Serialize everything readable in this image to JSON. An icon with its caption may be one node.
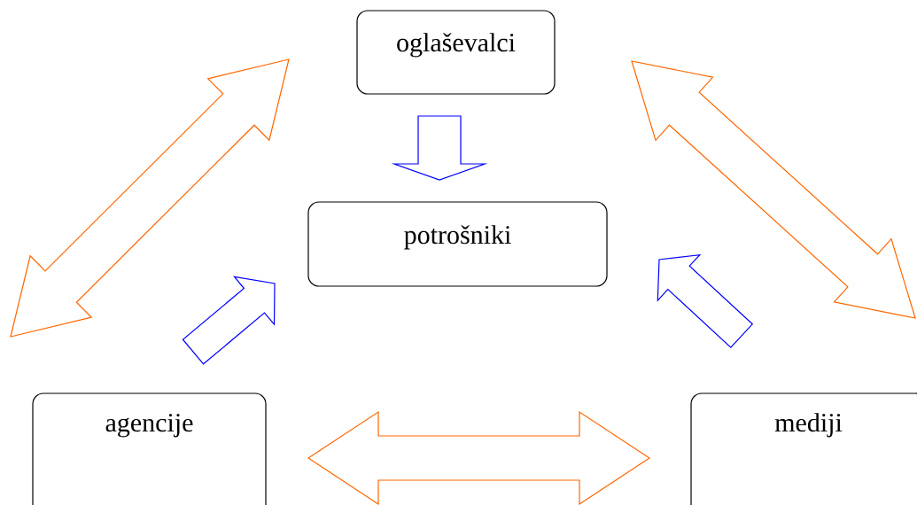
{
  "diagram": {
    "nodes": [
      {
        "text": [
          "oglaševalci"
        ]
      },
      {
        "text": [
          "potrošniki"
        ]
      },
      {
        "text": [
          "agencije"
        ]
      },
      {
        "text": [
          "mediji"
        ]
      }
    ],
    "edges": [
      {
        "from": 0,
        "to": 1,
        "arrow": "to",
        "color": "#0000ff"
      },
      {
        "from": 2,
        "to": 1,
        "arrow": "to",
        "color": "#0000ff"
      },
      {
        "from": 3,
        "to": 1,
        "arrow": "to",
        "color": "#0000ff"
      },
      {
        "from": 0,
        "to": 2,
        "arrow": "both",
        "color": "#ff6600"
      },
      {
        "from": 0,
        "to": 3,
        "arrow": "both",
        "color": "#ff6600"
      },
      {
        "from": 2,
        "to": 3,
        "arrow": "both",
        "color": "#ff6600"
      }
    ]
  }
}
